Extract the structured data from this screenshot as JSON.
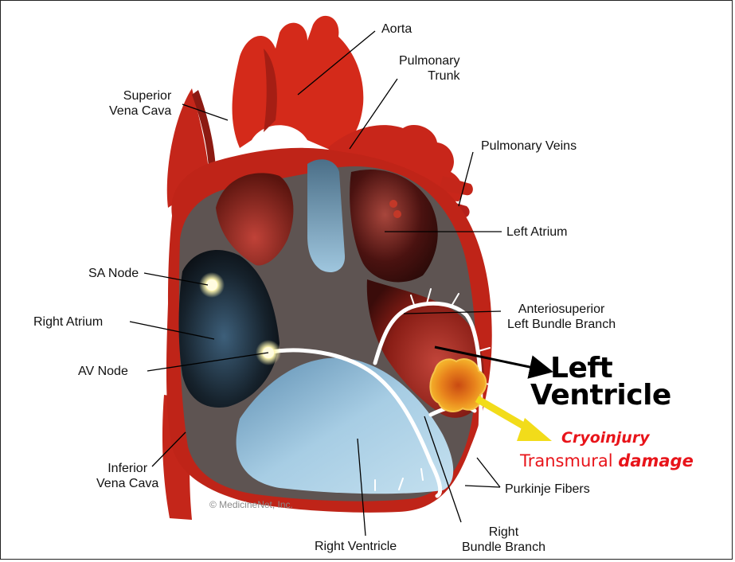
{
  "labels": {
    "aorta": "Aorta",
    "pulmonary_trunk": "Pulmonary\nTrunk",
    "superior_vena_cava": "Superior\nVena Cava",
    "pulmonary_veins": "Pulmonary Veins",
    "left_atrium": "Left Atrium",
    "sa_node": "SA Node",
    "right_atrium": "Right Atrium",
    "anteriosuperior": "Anteriosuperior\nLeft Bundle Branch",
    "av_node": "AV Node",
    "inferior_vena_cava": "Inferior\nVena Cava",
    "purkinje_fibers": "Purkinje Fibers",
    "right_ventricle": "Right Ventricle",
    "right_bundle_branch": "Right\nBundle Branch"
  },
  "annotations": {
    "left_ventricle_line1": "Left",
    "left_ventricle_line2": "Ventricle",
    "cryoinjury": "Cryoinjury",
    "transmural": "Transmural ",
    "damage": "damage"
  },
  "copyright": "© MedicineNet, Inc.",
  "colors": {
    "artery_red": "#d42a1a",
    "muscle_red": "#b01c12",
    "septum_gray": "#5e5452",
    "right_chamber_blue": "#9cc4dc",
    "left_chamber_red": "#8a1e16",
    "conduction_white": "#ffffff",
    "injury_orange": "#e87a18",
    "arrow_yellow": "#f2dc1a",
    "annotation_red": "#e8141a"
  }
}
